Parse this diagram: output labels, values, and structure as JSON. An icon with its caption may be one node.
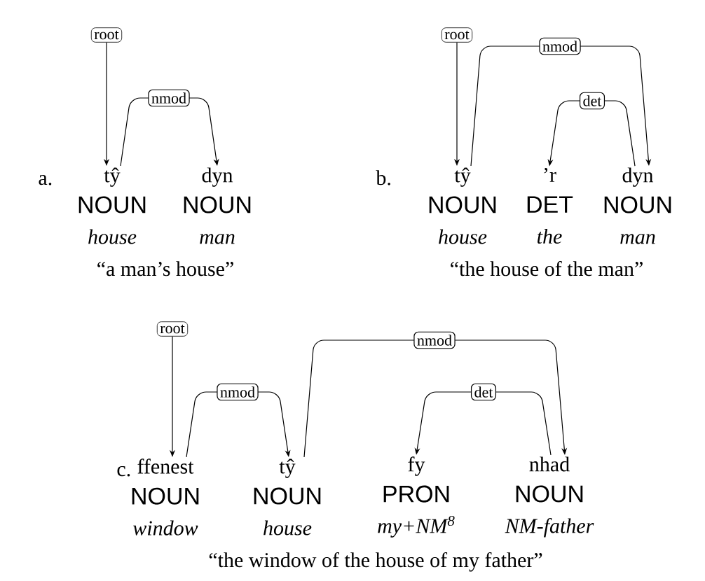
{
  "diagram": {
    "nodes": [
      {
        "text": [
          "root"
        ]
      },
      {
        "text": [
          "tŷ",
          "NOUN",
          "house"
        ]
      },
      {
        "text": [
          "dyn",
          "NOUN",
          "man"
        ]
      },
      {
        "text": [
          "root"
        ]
      },
      {
        "text": [
          "tŷ",
          "NOUN",
          "house"
        ]
      },
      {
        "text": [
          "’r",
          "DET",
          "the"
        ]
      },
      {
        "text": [
          "dyn",
          "NOUN",
          "man"
        ]
      },
      {
        "text": [
          "root"
        ]
      },
      {
        "text": [
          "ffenest",
          "NOUN",
          "window"
        ]
      },
      {
        "text": [
          "tŷ",
          "NOUN",
          "house"
        ]
      },
      {
        "text": [
          "fy",
          "PRON",
          "my+NM$^{8}$"
        ]
      },
      {
        "text": [
          "nhad",
          "NOUN",
          "NM-father"
        ]
      }
    ],
    "edges": [
      {
        "from": 0,
        "to": 1,
        "arrow": "to"
      },
      {
        "from": 1,
        "to": 2,
        "arrow": "to",
        "label": "nmod"
      },
      {
        "from": 3,
        "to": 4,
        "arrow": "to"
      },
      {
        "from": 4,
        "to": 6,
        "arrow": "to",
        "label": "nmod"
      },
      {
        "from": 6,
        "to": 5,
        "arrow": "to",
        "label": "det"
      },
      {
        "from": 7,
        "to": 8,
        "arrow": "to"
      },
      {
        "from": 8,
        "to": 9,
        "arrow": "to",
        "label": "nmod"
      },
      {
        "from": 9,
        "to": 11,
        "arrow": "to",
        "label": "nmod"
      },
      {
        "from": 11,
        "to": 10,
        "arrow": "to",
        "label": "det"
      }
    ],
    "labels": [
      "a.",
      "“a man’s house”",
      "b.",
      "“the house of the man”",
      "c.",
      "“the window of the house of my father”"
    ]
  }
}
